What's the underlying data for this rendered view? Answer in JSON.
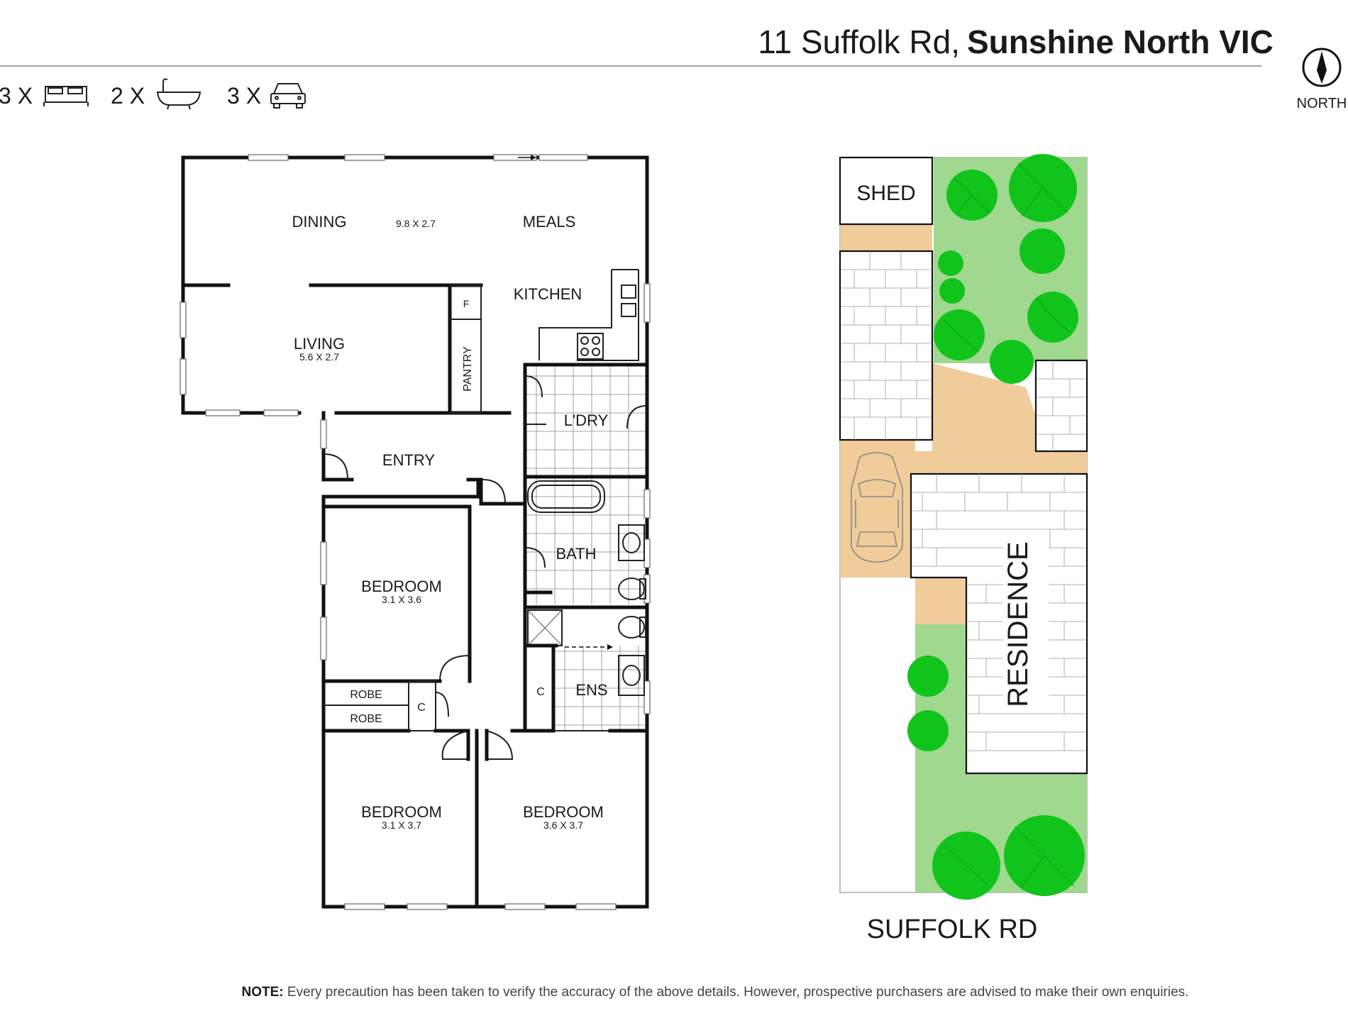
{
  "header": {
    "address_street": "11 Suffolk Rd,",
    "address_suburb": "Sunshine North VIC",
    "compass_label": "NORTH"
  },
  "features": [
    {
      "count": "3 X",
      "icon": "bed-icon"
    },
    {
      "count": "2 X",
      "icon": "bathtub-icon"
    },
    {
      "count": "3 X",
      "icon": "car-icon"
    }
  ],
  "floorplan": {
    "rooms": {
      "dining": "DINING",
      "dining_meals_dim": "9.8 X 2.7",
      "meals": "MEALS",
      "kitchen": "KITCHEN",
      "fridge": "F",
      "pantry": "PANTRY",
      "living": "LIVING",
      "living_dim": "5.6 X 2.7",
      "laundry": "L'DRY",
      "entry": "ENTRY",
      "bath": "BATH",
      "bedroom1": "BEDROOM",
      "bedroom1_dim": "3.1 X 3.6",
      "robe1": "ROBE",
      "robe2": "ROBE",
      "cupboard1": "C",
      "cupboard2": "C",
      "ensuite": "ENS",
      "bedroom2": "BEDROOM",
      "bedroom2_dim": "3.1 X 3.7",
      "bedroom3": "BEDROOM",
      "bedroom3_dim": "3.6 X 3.7"
    }
  },
  "siteplan": {
    "shed": "SHED",
    "residence": "RESIDENCE",
    "street": "SUFFOLK RD"
  },
  "footer": {
    "note_label": "NOTE:",
    "note_text": " Every precaution has been taken to verify the accuracy of the above details. However, prospective purchasers are advised to make their own enquiries."
  },
  "colors": {
    "lawn": "#9fd88e",
    "paving": "#efcc9a",
    "tree": "#11c41c"
  }
}
